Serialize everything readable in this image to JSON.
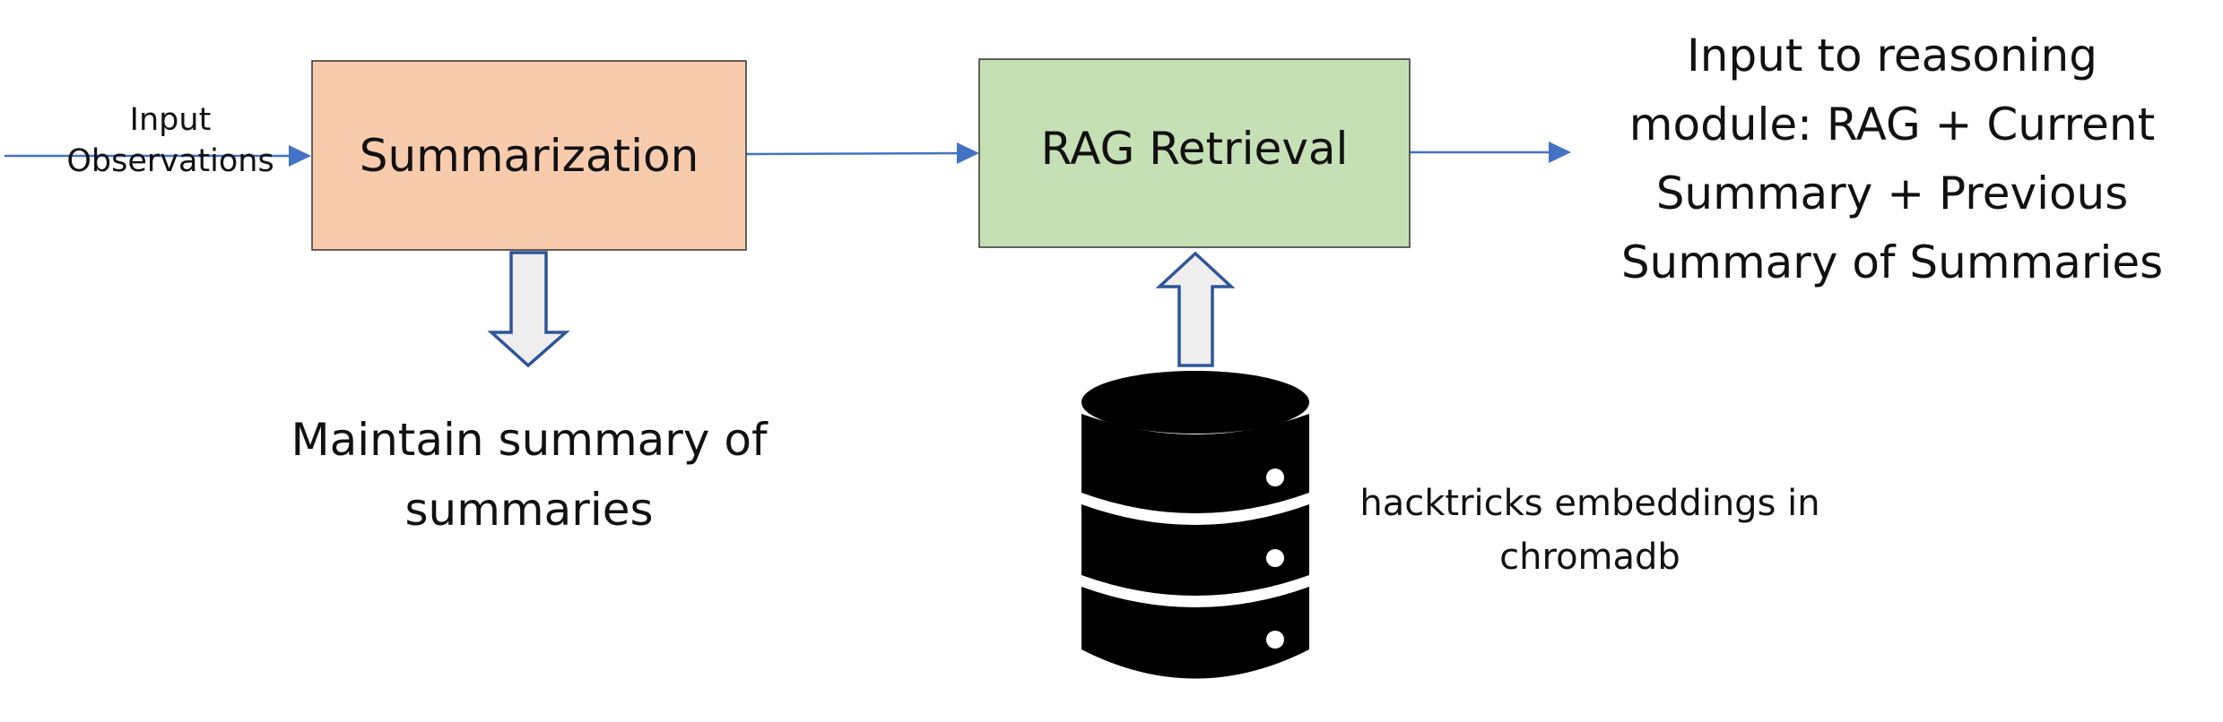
{
  "input_label": [
    "Input",
    "Observations"
  ],
  "summarization": {
    "label": "Summarization",
    "fill": "#f8cbad"
  },
  "rag_retrieval": {
    "label": "RAG Retrieval",
    "fill": "#c5e0b4"
  },
  "output_label": [
    "Input to reasoning",
    "module: RAG + Current",
    "Summary + Previous",
    "Summary of Summaries"
  ],
  "maintain_label": [
    "Maintain summary of",
    "summaries"
  ],
  "database_label": [
    "hacktricks embeddings in",
    "chromadb"
  ],
  "colors": {
    "flow_arrow": "#4472c4",
    "block_arrow_stroke": "#2f5597",
    "block_arrow_fill": "#eeeeee",
    "database": "#000000",
    "box_border": "#333333"
  },
  "icons": {
    "database": "database-icon",
    "down_arrow": "block-arrow-down-icon",
    "up_arrow": "block-arrow-up-icon"
  }
}
